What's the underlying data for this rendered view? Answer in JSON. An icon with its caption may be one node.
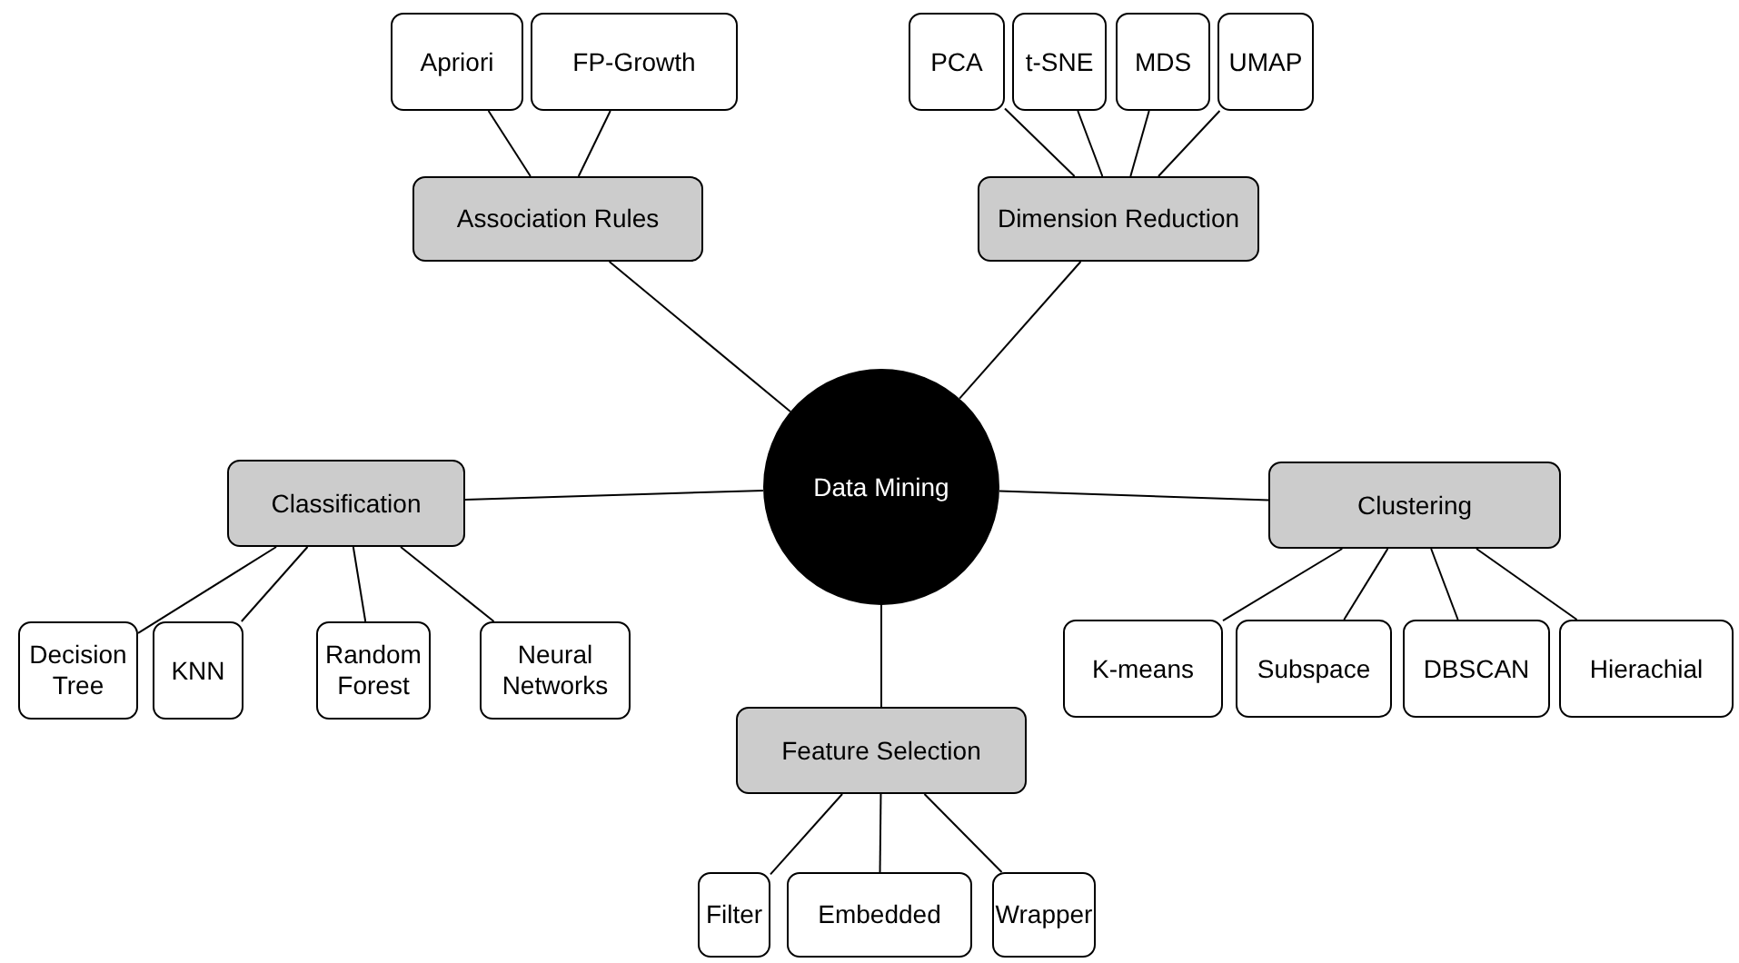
{
  "diagram": {
    "nodes": [
      {
        "text": [
          "Apriori"
        ]
      },
      {
        "text": [
          "FP-Growth"
        ]
      },
      {
        "text": [
          "PCA"
        ]
      },
      {
        "text": [
          "t-SNE"
        ]
      },
      {
        "text": [
          "MDS"
        ]
      },
      {
        "text": [
          "UMAP"
        ]
      },
      {
        "text": [
          "Association Rules"
        ]
      },
      {
        "text": [
          "Dimension Reduction"
        ]
      },
      {
        "text": [
          "Data Mining"
        ]
      },
      {
        "text": [
          "Classification"
        ]
      },
      {
        "text": [
          "Clustering"
        ]
      },
      {
        "text": [
          "Decision Tree"
        ]
      },
      {
        "text": [
          "KNN"
        ]
      },
      {
        "text": [
          "Random Forest"
        ]
      },
      {
        "text": [
          "Neural Networks"
        ]
      },
      {
        "text": [
          "K-means"
        ]
      },
      {
        "text": [
          "Subspace"
        ]
      },
      {
        "text": [
          "DBSCAN"
        ]
      },
      {
        "text": [
          "Hierachial"
        ]
      },
      {
        "text": [
          "Feature Selection"
        ]
      },
      {
        "text": [
          "Filter"
        ]
      },
      {
        "text": [
          "Embedded"
        ]
      },
      {
        "text": [
          "Wrapper"
        ]
      }
    ],
    "edges": [
      {
        "from": 8,
        "to": 6,
        "arrow": "none"
      },
      {
        "from": 8,
        "to": 7,
        "arrow": "none"
      },
      {
        "from": 8,
        "to": 9,
        "arrow": "none"
      },
      {
        "from": 8,
        "to": 10,
        "arrow": "none"
      },
      {
        "from": 8,
        "to": 19,
        "arrow": "none"
      },
      {
        "from": 6,
        "to": 0,
        "arrow": "none"
      },
      {
        "from": 6,
        "to": 1,
        "arrow": "none"
      },
      {
        "from": 7,
        "to": 2,
        "arrow": "none"
      },
      {
        "from": 7,
        "to": 3,
        "arrow": "none"
      },
      {
        "from": 7,
        "to": 4,
        "arrow": "none"
      },
      {
        "from": 7,
        "to": 5,
        "arrow": "none"
      },
      {
        "from": 9,
        "to": 11,
        "arrow": "none"
      },
      {
        "from": 9,
        "to": 12,
        "arrow": "none"
      },
      {
        "from": 9,
        "to": 13,
        "arrow": "none"
      },
      {
        "from": 9,
        "to": 14,
        "arrow": "none"
      },
      {
        "from": 10,
        "to": 15,
        "arrow": "none"
      },
      {
        "from": 10,
        "to": 16,
        "arrow": "none"
      },
      {
        "from": 10,
        "to": 17,
        "arrow": "none"
      },
      {
        "from": 10,
        "to": 18,
        "arrow": "none"
      },
      {
        "from": 19,
        "to": 20,
        "arrow": "none"
      },
      {
        "from": 19,
        "to": 21,
        "arrow": "none"
      },
      {
        "from": 19,
        "to": 22,
        "arrow": "none"
      }
    ]
  }
}
